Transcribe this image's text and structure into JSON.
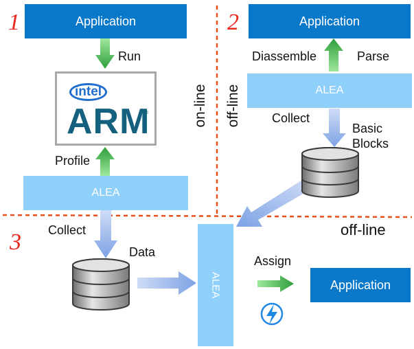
{
  "section_numbers": [
    "1",
    "2",
    "3"
  ],
  "colors": {
    "app_box": "#0a78c8",
    "alea_box": "#8fd0fb",
    "green_arrow": "#3fae4a",
    "blue_arrow": "#8fb0e8",
    "divider": "#e8501e",
    "number": "#e8281e"
  },
  "section1": {
    "application": "Application",
    "run": "Run",
    "intel": "intel",
    "arm": "ARM",
    "arm_reg": "®",
    "profile": "Profile",
    "alea": "ALEA",
    "mode": "on-line"
  },
  "section2": {
    "application": "Application",
    "disassemble": "Diassemble",
    "parse": "Parse",
    "alea": "ALEA",
    "mode": "off-line",
    "collect": "Collect",
    "basic": "Basic",
    "blocks": "Blocks"
  },
  "section3": {
    "collect": "Collect",
    "data": "Data",
    "alea": "ALEA",
    "assign": "Assign",
    "application": "Application",
    "mode": "off-line",
    "icon": "lightning-bolt-icon"
  }
}
